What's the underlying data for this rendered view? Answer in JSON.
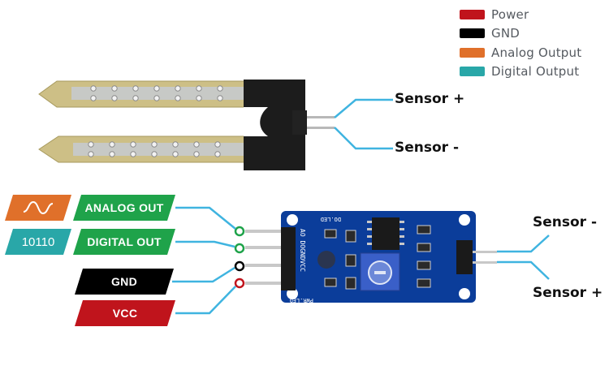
{
  "legend": [
    {
      "label": "Power",
      "color": "#c0141c"
    },
    {
      "label": "GND",
      "color": "#000000"
    },
    {
      "label": "Analog Output",
      "color": "#e0702a"
    },
    {
      "label": "Digital Output",
      "color": "#29a7a8"
    }
  ],
  "probe": {
    "sensor_plus": "Sensor +",
    "sensor_minus": "Sensor -"
  },
  "module": {
    "sensor_minus": "Sensor -",
    "sensor_plus": "Sensor +",
    "board_text": {
      "d0_led": "DO.LED",
      "pins": "AO DOGNDVCC",
      "pwr_led": "PWR.LED"
    }
  },
  "pins": [
    {
      "label": "ANALOG OUT",
      "label_color": "#1fa34a",
      "icon": "sine-wave-icon",
      "icon_color": "#e0702a",
      "pin_ring": "#1fa34a"
    },
    {
      "label": "DIGITAL OUT",
      "label_color": "#1fa34a",
      "icon_text": "10110",
      "icon_color": "#29a7a8",
      "pin_ring": "#1fa34a"
    },
    {
      "label": "GND",
      "label_color": "#000000",
      "pin_ring": "#000000"
    },
    {
      "label": "VCC",
      "label_color": "#c0141c",
      "pin_ring": "#c0141c"
    }
  ],
  "wire_color": "#3fb4e0"
}
